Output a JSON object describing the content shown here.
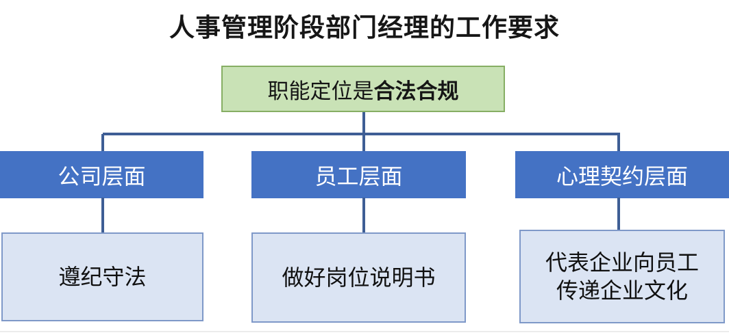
{
  "title": "人事管理阶段部门经理的工作要求",
  "root_box": {
    "prefix": "职能定位是",
    "emphasis": "合法合规"
  },
  "branches": [
    {
      "level_label": "公司层面",
      "detail_label": "遵纪守法"
    },
    {
      "level_label": "员工层面",
      "detail_label": "做好岗位说明书"
    },
    {
      "level_label": "心理契约层面",
      "detail_label": "代表企业向员工传递企业文化"
    }
  ],
  "colors": {
    "background": "#ffffff",
    "title_text": "#161616",
    "root_box_fill": "#c9e2b6",
    "root_box_border": "#86ae63",
    "level_box_fill": "#4472c4",
    "level_box_text": "#ffffff",
    "detail_box_fill": "#dbe4f3",
    "detail_box_border": "#7e98c8",
    "connector": "#3e5e95"
  }
}
